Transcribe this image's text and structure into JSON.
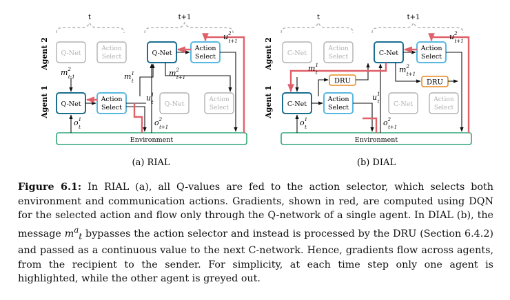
{
  "labels": {
    "t": "t",
    "t1": "t+1",
    "agent1": "Agent 1",
    "agent2": "Agent 2",
    "qnet": "Q-Net",
    "cnet": "C-Net",
    "action": "Action",
    "select": "Select",
    "environment": "Environment",
    "dru": "DRU",
    "m": "m",
    "u": "u",
    "o": "o",
    "sup1": "1",
    "sup2": "2",
    "sub_t": "t",
    "sub_t1": "t+1",
    "sub_tm1": "t-1"
  },
  "panels": {
    "rial": "(a) RIAL",
    "dial": "(b) DIAL"
  },
  "caption": {
    "label": "Figure 6.1:",
    "text_a": " In RIAL (a), all Q-values are fed to the action selector, which selects both environment and communication actions. Gradients, shown in red, are computed using DQN for the selected action and flow only through the Q-network of a single agent. In DIAL (b), the message ",
    "math_m": "m",
    "math_sup": "a",
    "math_sub": "t",
    "text_b": " bypasses the action selector and instead is processed by the DRU (Section 6.4.2) and passed as a continuous value to the next C-network. Hence, gradients flow across agents, from the recipient to the sender. For simplicity, at each time step only one agent is highlighted, while the other agent is greyed out."
  },
  "colors": {
    "active_box": "#1a6e90",
    "action_box": "#58b8e0",
    "grey": "#b0b0b0",
    "gradient": "#e0606a",
    "environment": "#2ea878",
    "dru": "#e88a20"
  }
}
